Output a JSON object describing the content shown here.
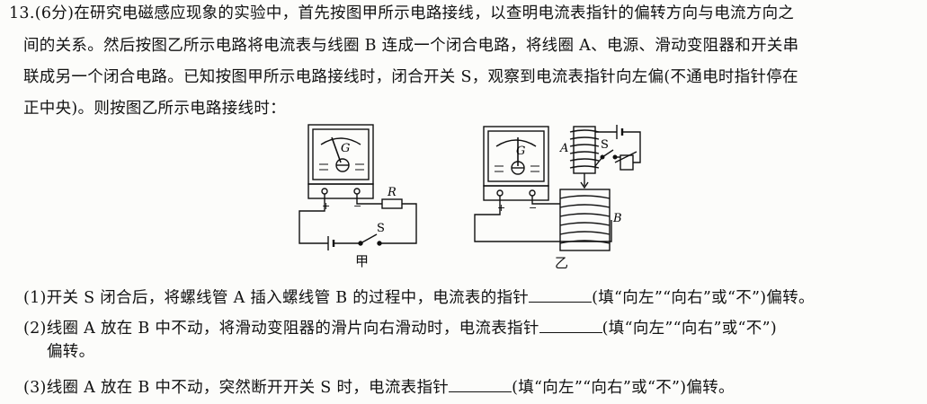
{
  "question": {
    "number": "13.",
    "points": "(6分)",
    "stem_lines": [
      "在研究电磁感应现象的实验中，首先按图甲所示电路接线，以查明电流表指针的偏转方向与电流方向之",
      "间的关系。然后按图乙所示电路将电流表与线圈 B 连成一个闭合电路，将线圈 A、电源、滑动变阻器和开关串",
      "联成另一个闭合电路。已知按图甲所示电路接线时，闭合开关 S，观察到电流表指针向左偏(不通电时指针停在",
      "正中央)。则按图乙所示电路接线时："
    ]
  },
  "figures": {
    "jia": {
      "caption": "甲",
      "meter_label": "G",
      "resistor_label": "R",
      "switch_label": "S",
      "plus": "+",
      "minus": "−"
    },
    "yi": {
      "caption": "乙",
      "meter_label": "G",
      "coil_a_label": "A",
      "coil_b_label": "B",
      "switch_label": "S",
      "plus": "+",
      "minus": "−"
    }
  },
  "sub_questions": [
    {
      "prefix": "(1)开关 S 闭合后，将螺线管 A 插入螺线管 B 的过程中，电流表的指针",
      "suffix": "(填“向左”“向右”或“不”)偏转。"
    },
    {
      "prefix": "(2)线圈 A 放在 B 中不动，将滑动变阻器的滑片向右滑动时，电流表指针",
      "suffix": "(填“向左”“向右”或“不”)",
      "continuation": "偏转。"
    },
    {
      "prefix": "(3)线圈 A 放在 B 中不动，突然断开开关 S 时，电流表指针",
      "suffix": "(填“向左”“向右”或“不”)偏转。"
    }
  ]
}
